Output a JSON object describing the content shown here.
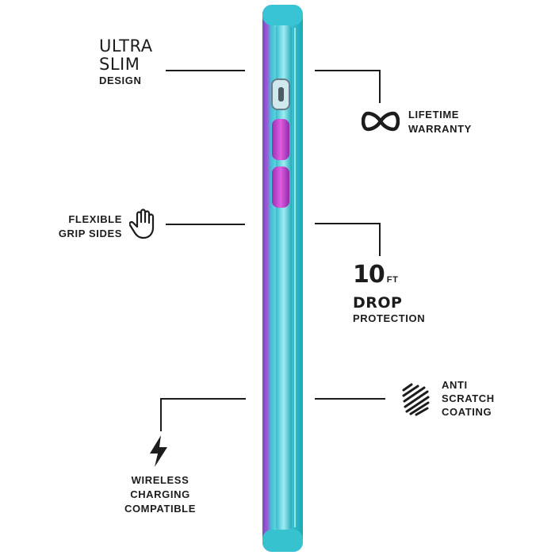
{
  "features": {
    "ultra_slim": {
      "line1": "ULTRA",
      "line2": "SLIM",
      "line3": "DESIGN"
    },
    "lifetime_warranty": {
      "line1": "LIFETIME",
      "line2": "WARRANTY",
      "icon": "infinity-icon"
    },
    "flexible_grip": {
      "line1": "FLEXIBLE",
      "line2": "GRIP SIDES",
      "icon": "hand-icon"
    },
    "drop_protection": {
      "number": "10",
      "unit": "FT",
      "line2": "DROP",
      "line3": "PROTECTION"
    },
    "anti_scratch": {
      "line1": "ANTI",
      "line2": "SCRATCH",
      "line3": "COATING",
      "icon": "scratch-icon"
    },
    "wireless_charging": {
      "line1": "WIRELESS",
      "line2": "CHARGING",
      "line3": "COMPATIBLE",
      "icon": "lightning-bolt-icon"
    }
  },
  "colors": {
    "case_teal": "#3ec9d3",
    "case_purple": "#8a4fc7",
    "button_magenta": "#b13bbf",
    "text": "#1c1c1c"
  }
}
